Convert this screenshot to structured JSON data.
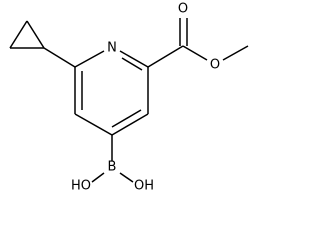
{
  "structure": {
    "atoms": {
      "nitrogen": "N",
      "carbonyl_oxygen": "O",
      "ester_oxygen": "O",
      "boron": "B",
      "hydroxyl_left": "HO",
      "hydroxyl_right": "OH"
    }
  }
}
